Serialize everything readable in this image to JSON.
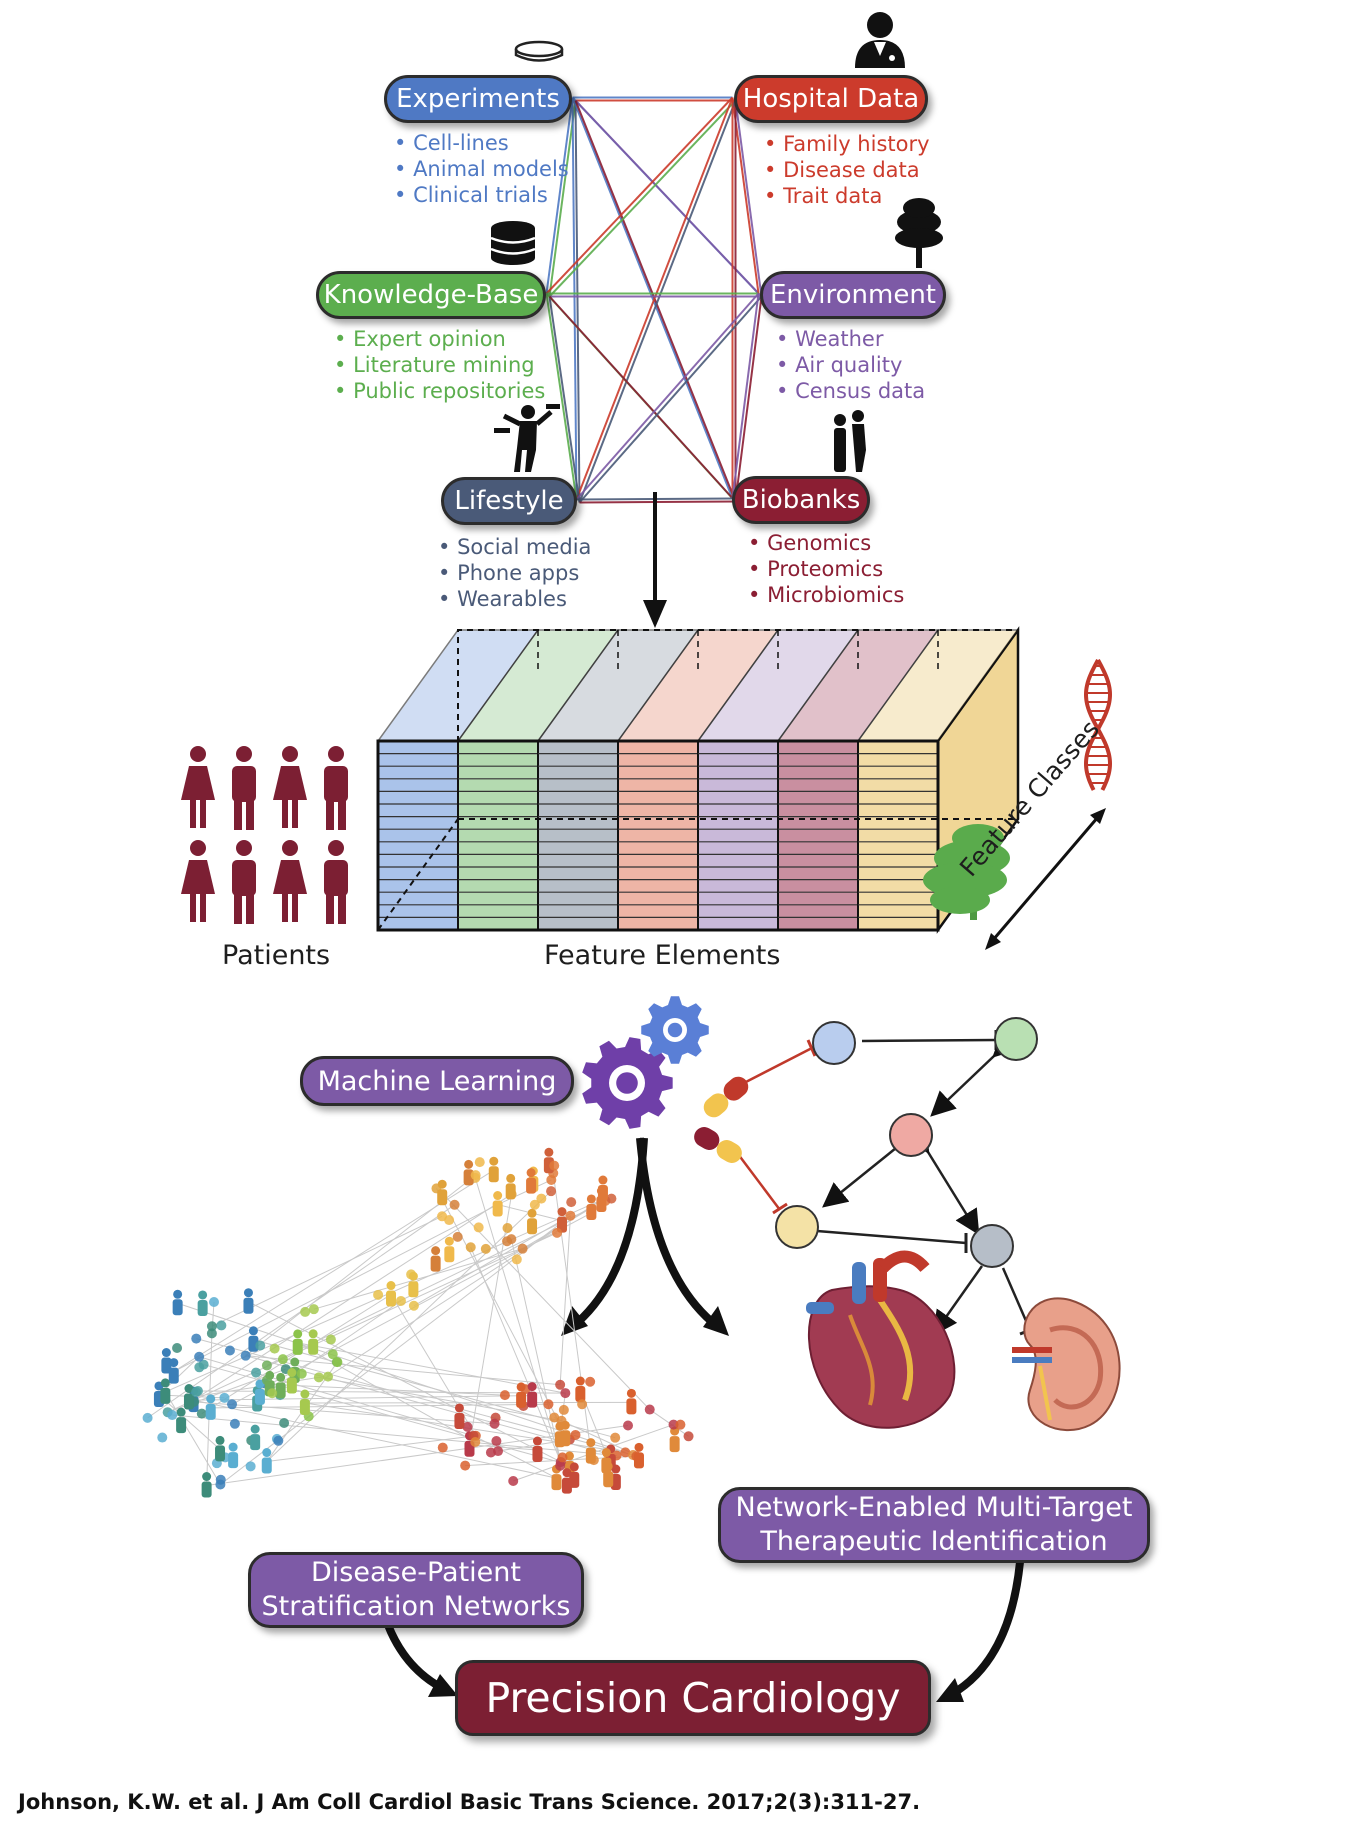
{
  "sources": {
    "experiments": {
      "label": "Experiments",
      "color": "#4f79c4",
      "items": [
        "Cell-lines",
        "Animal models",
        "Clinical trials"
      ]
    },
    "hospital": {
      "label": "Hospital Data",
      "color": "#cc3b2c",
      "items": [
        "Family history",
        "Disease data",
        "Trait data"
      ]
    },
    "knowledge": {
      "label": "Knowledge-Base",
      "color": "#5cae4e",
      "items": [
        "Expert opinion",
        "Literature mining",
        "Public repositories"
      ]
    },
    "environment": {
      "label": "Environment",
      "color": "#7d5aa6",
      "items": [
        "Weather",
        "Air quality",
        "Census data"
      ]
    },
    "lifestyle": {
      "label": "Lifestyle",
      "color": "#4a5a78",
      "items": [
        "Social media",
        "Phone apps",
        "Wearables"
      ]
    },
    "biobanks": {
      "label": "Biobanks",
      "color": "#8b1e33",
      "items": [
        "Genomics",
        "Proteomics",
        "Microbiomics"
      ]
    }
  },
  "cube": {
    "patients_label": "Patients",
    "features_label": "Feature Elements",
    "classes_label": "Feature Classes",
    "column_colors": [
      "#aac3ea",
      "#b4dab0",
      "#b7bfc8",
      "#eeb5a6",
      "#c9b9d9",
      "#c98fa0",
      "#f2dca6"
    ]
  },
  "analysis": {
    "machine_learning": "Machine Learning",
    "stratification": [
      "Disease-Patient",
      "Stratification Networks"
    ],
    "therapeutic": [
      "Network-Enabled Multi-Target",
      "Therapeutic Identification"
    ],
    "outcome": "Precision Cardiology"
  },
  "citation": "Johnson, K.W. et al. J Am Coll Cardiol Basic Trans Science. 2017;2(3):311-27."
}
